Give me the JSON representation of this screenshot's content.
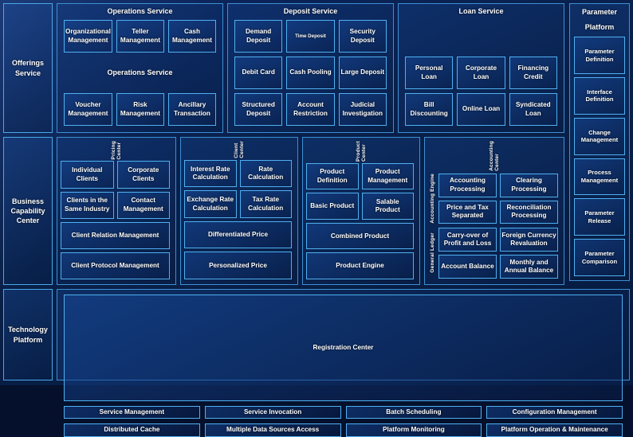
{
  "colors": {
    "background_dark": "#061a3e",
    "background_mid": "#0b2560",
    "border_panel": "#3e8fd4",
    "border_box": "#4fb0f0",
    "text": "#ffffff"
  },
  "bands": {
    "offerings": {
      "side_label": "Offerings Service",
      "panels": [
        {
          "title": "Operations Service",
          "duplicate_title": "Operations Service",
          "boxes": [
            "Organizational Management",
            "Teller Management",
            "Cash Management",
            "Voucher Management",
            "Risk Management",
            "Ancillary Transaction"
          ]
        },
        {
          "title": "Deposit Service",
          "boxes": [
            "Demand Deposit",
            "Time Deposit",
            "Security Deposit",
            "Debit Card",
            "Cash Pooling",
            "Large Deposit",
            "Structured Deposit",
            "Account Restriction",
            "Judicial Investigation"
          ]
        },
        {
          "title": "Loan Service",
          "boxes": [
            "Personal Loan",
            "Corporate Loan",
            "Financing Credit",
            "Bill Discounting",
            "Online Loan",
            "Syndicated Loan"
          ]
        }
      ]
    },
    "business": {
      "side_label": "Business Capability Center",
      "centers": [
        {
          "vlabel": "Pricing Center",
          "boxes": [
            "Individual Clients",
            "Corporate Clients",
            "Clients in the Same Industry",
            "Contact Management",
            "Client Relation Management",
            "Client Protocol Management"
          ]
        },
        {
          "vlabel": "Client Center",
          "boxes": [
            "Interest Rate Calculation",
            "Rate Calculation",
            "Exchange Rate Calculation",
            "Tax Rate Calculation",
            "Differentiated Price",
            "Personalized Price"
          ]
        },
        {
          "vlabel": "Product Center",
          "boxes": [
            "Product Definition",
            "Product Management",
            "Basic Product",
            "Salable Product",
            "Combined Product",
            "Product Engine"
          ]
        },
        {
          "vlabel": "Accounting Center",
          "groups": [
            {
              "vlabel": "Accounting Engine",
              "boxes": [
                "Accounting Processing",
                "Clearing Processing",
                "Price and Tax Separated",
                "Reconciliation Processing"
              ]
            },
            {
              "vlabel": "General Ledger",
              "boxes": [
                "Carry-over of Profit and Loss",
                "Foreign Currency Revaluation",
                "Account Balance",
                "Monthly and Annual Balance"
              ]
            }
          ]
        }
      ]
    },
    "technology": {
      "side_label": "Technology Platform",
      "registration": "Registration Center",
      "boxes": [
        "Service Management",
        "Service Invocation",
        "Batch Scheduling",
        "Configuration Management",
        "Distributed Cache",
        "Multiple Data Sources Access",
        "Platform Monitoring",
        "Platform Operation & Maintenance"
      ]
    }
  },
  "parameter_platform": {
    "title_line1": "Parameter",
    "title_line2": "Platform",
    "boxes": [
      "Parameter Definition",
      "Interface Definition",
      "Change Management",
      "Process Management",
      "Parameter Release",
      "Parameter Comparison"
    ]
  }
}
